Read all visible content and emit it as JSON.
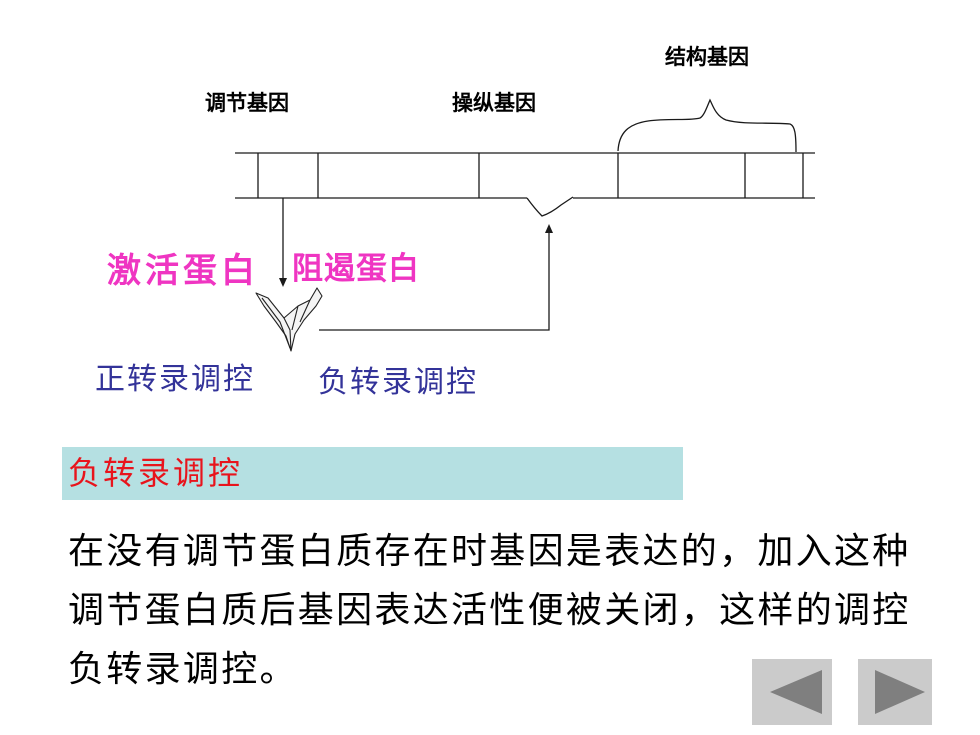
{
  "labels": {
    "structural_gene": "结构基因",
    "regulatory_gene": "调节基因",
    "operator_gene": "操纵基因",
    "activator_protein": "激活蛋白",
    "repressor_protein": "阻遏蛋白",
    "positive_regulation": "正转录调控",
    "negative_regulation": "负转录调控"
  },
  "section": {
    "heading": "负转录调控",
    "body_lines": [
      "在没有调节蛋白质存在时基因是表达的，加入这种",
      "调节蛋白质后基因表达活性便被关闭，这样的调控",
      "负转录调控。"
    ]
  },
  "navigation": {
    "prev_icon": "triangle-left-icon",
    "next_icon": "triangle-right-icon"
  },
  "colors": {
    "protein_label": "#ef35c2",
    "regulation_label": "#333399",
    "heading_text": "#e8141c",
    "heading_bg": "#b5e0e2",
    "nav_button": "#cbcbcb",
    "nav_arrow": "#7f7f7f"
  }
}
